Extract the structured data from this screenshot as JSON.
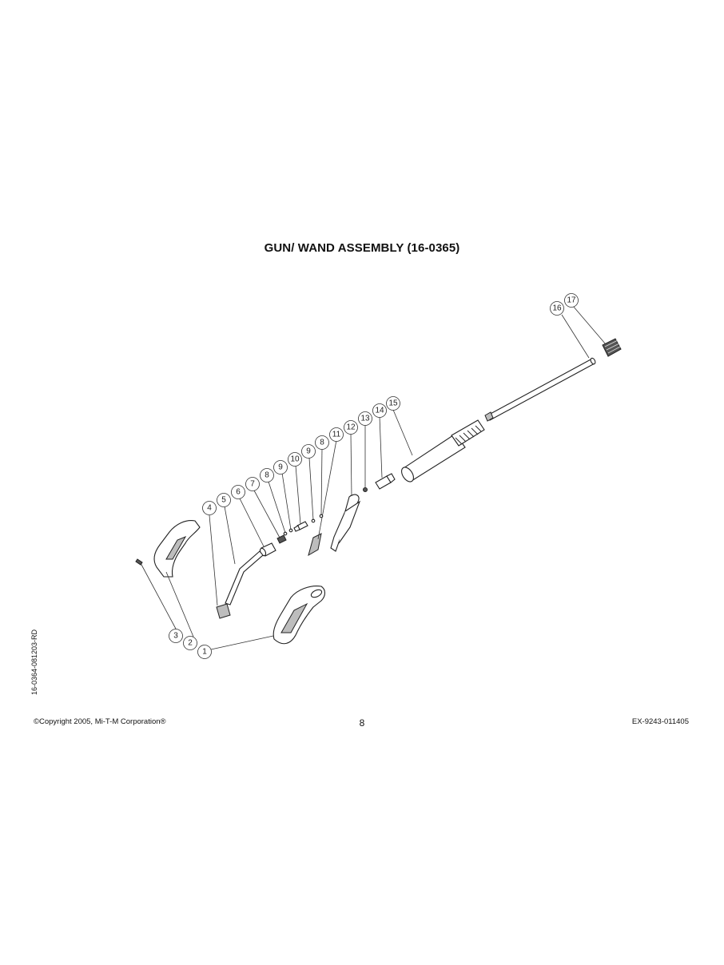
{
  "title": "GUN/ WAND ASSEMBLY (16-0365)",
  "side_code": "16-0364-081203-RD",
  "footer": {
    "copyright": "©Copyright 2005, Mi-T-M Corporation®",
    "page_number": "8",
    "doc_code": "EX-9243-011405"
  },
  "callouts": [
    "1",
    "2",
    "3",
    "4",
    "5",
    "6",
    "7",
    "8",
    "9",
    "10",
    "9",
    "8",
    "11",
    "12",
    "13",
    "14",
    "15",
    "16",
    "17"
  ]
}
